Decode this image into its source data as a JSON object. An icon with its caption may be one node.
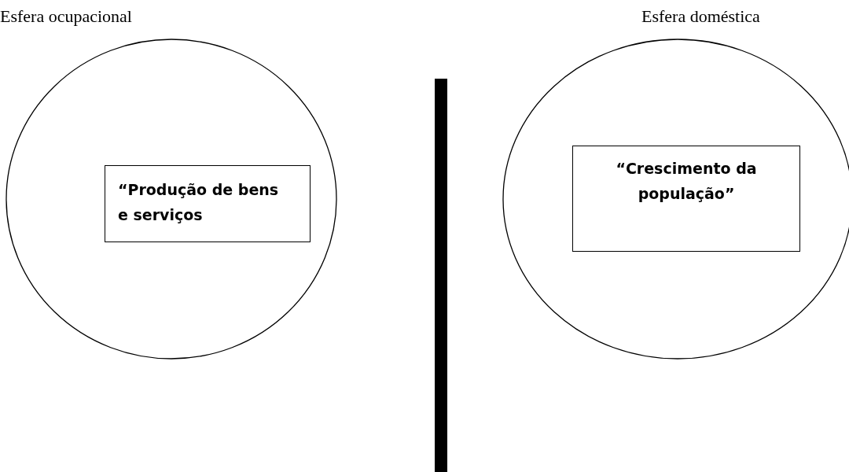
{
  "diagram": {
    "nodes": [
      {
        "text": [
          "Esfera ocupacional"
        ]
      },
      {
        "text": [
          "“Produção de bens e serviços"
        ],
        "in": 0
      },
      {
        "text": [],
        "shape": "bar"
      },
      {
        "text": [
          "Esfera doméstica"
        ]
      },
      {
        "text": [
          "“Crescimento da população”"
        ],
        "in": 3
      }
    ]
  }
}
